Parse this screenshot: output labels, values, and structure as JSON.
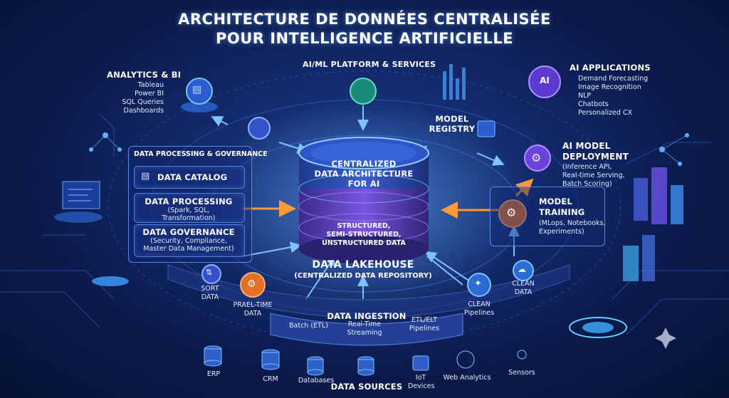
{
  "title": {
    "line1": "ARCHITECTURE DE DONNÉES CENTRALISÉE",
    "line2": "POUR INTELLIGENCE ARTIFICIELLE"
  },
  "platform": {
    "label": "AI/ML PLATFORM & SERVICES"
  },
  "analytics": {
    "heading": "ANALYTICS & BI",
    "items": [
      "Tableau",
      "Power BI",
      "SQL Queries",
      "Dashboards"
    ]
  },
  "applications": {
    "heading": "AI APPLICATIONS",
    "items": [
      "Demand Forecasting",
      "Image Recognition",
      "NLP",
      "Chatbots",
      "Personalized CX"
    ]
  },
  "registry": {
    "line1": "MODEL",
    "line2": "REGISTRY"
  },
  "deployment": {
    "line1": "AI MODEL",
    "line2": "DEPLOYMENT",
    "items": [
      "(Inference API,",
      "Real-time Serving,",
      "Batch Scoring)"
    ]
  },
  "training": {
    "line1": "MODEL",
    "line2": "TRAINING",
    "items": [
      "(MLops, Notebooks,",
      "Experiments)"
    ]
  },
  "governance_panel": {
    "heading": "DATA PROCESSING & GOVERNANCE",
    "catalog": "DATA CATALOG",
    "processing": {
      "heading": "DATA PROCESSING",
      "line1": "(Spark, SQL,",
      "line2": "Transformation)"
    },
    "governance": {
      "heading": "DATA GOVERNANCE",
      "line1": "(Security, Compliance,",
      "line2": "Master Data Management)"
    }
  },
  "core": {
    "line1": "CENTRALIZED",
    "line2": "DATA ARCHITECTURE",
    "line3": "FOR AI",
    "inner1": "STRUCTURED,",
    "inner2": "SEMI-STRUCTURED,",
    "inner3": "UNSTRUCTURED DATA"
  },
  "lakehouse": {
    "line1": "DATA LAKEHOUSE",
    "line2": "(CENTRALIZED DATA REPOSITORY)"
  },
  "sort": {
    "line1": "SORT",
    "line2": "DATA"
  },
  "realtime": {
    "line1": "PRAEL-TIME",
    "line2": "DATA"
  },
  "clean_data": {
    "line1": "CLEAN",
    "line2": "DATA"
  },
  "clean_pipelines": {
    "line1": "CLEAN",
    "line2": "Pipelines"
  },
  "ingestion": {
    "heading": "DATA INGESTION",
    "batch": "Batch (ETL)",
    "streaming1": "Real-Time",
    "streaming2": "Streaming",
    "etl1": "ETL/ELT",
    "etl2": "Pipelines"
  },
  "sources": {
    "heading": "DATA SOURCES",
    "erp": "ERP",
    "crm": "CRM",
    "databases": "Databases",
    "iot1": "IoT",
    "iot2": "Devices",
    "web": "Web Analytics",
    "sensors": "Sensors"
  },
  "icons": {
    "ai_badge": "AI",
    "ai_app": "ai-chip-icon",
    "analytics": "chart-icon",
    "platform": "brain-icon",
    "registry": "database-box-icon",
    "deployment": "gear-icon",
    "training": "gear-brain-icon",
    "catalog": "search-document-icon",
    "sort": "sort-icon",
    "realtime": "gear-icon",
    "clean": "cloud-icon",
    "pipelines": "sparkle-icon"
  },
  "colors": {
    "accent_blue": "#4fa3ff",
    "accent_cyan": "#39e0ff",
    "accent_orange": "#ff8a2a",
    "accent_purple": "#a05cff",
    "accent_green": "#3ad6a8"
  }
}
